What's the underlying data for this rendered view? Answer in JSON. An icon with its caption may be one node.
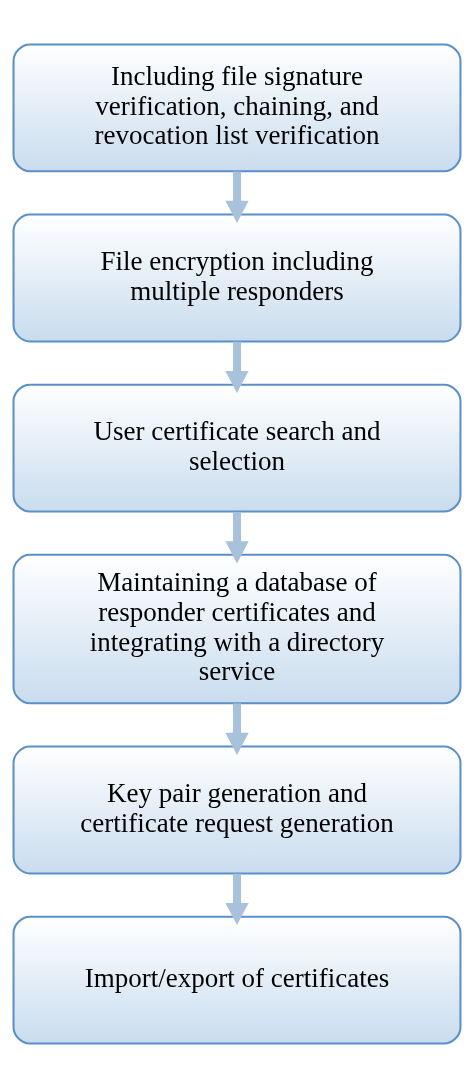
{
  "diagram": {
    "nodes": [
      {
        "text": [
          "Including file signature verification, chaining, and revocation list verification"
        ]
      },
      {
        "text": [
          "File encryption including multiple responders"
        ]
      },
      {
        "text": [
          "User certificate search and selection"
        ]
      },
      {
        "text": [
          "Maintaining a database of responder certificates and integrating with a directory service"
        ]
      },
      {
        "text": [
          "Key pair generation and certificate request generation"
        ]
      },
      {
        "text": [
          "Import/export of certificates"
        ]
      }
    ],
    "edges": [
      {
        "from": 0,
        "to": 1,
        "arrow": "to"
      },
      {
        "from": 1,
        "to": 2,
        "arrow": "to"
      },
      {
        "from": 2,
        "to": 3,
        "arrow": "to"
      },
      {
        "from": 3,
        "to": 4,
        "arrow": "to"
      },
      {
        "from": 4,
        "to": 5,
        "arrow": "to"
      }
    ]
  }
}
